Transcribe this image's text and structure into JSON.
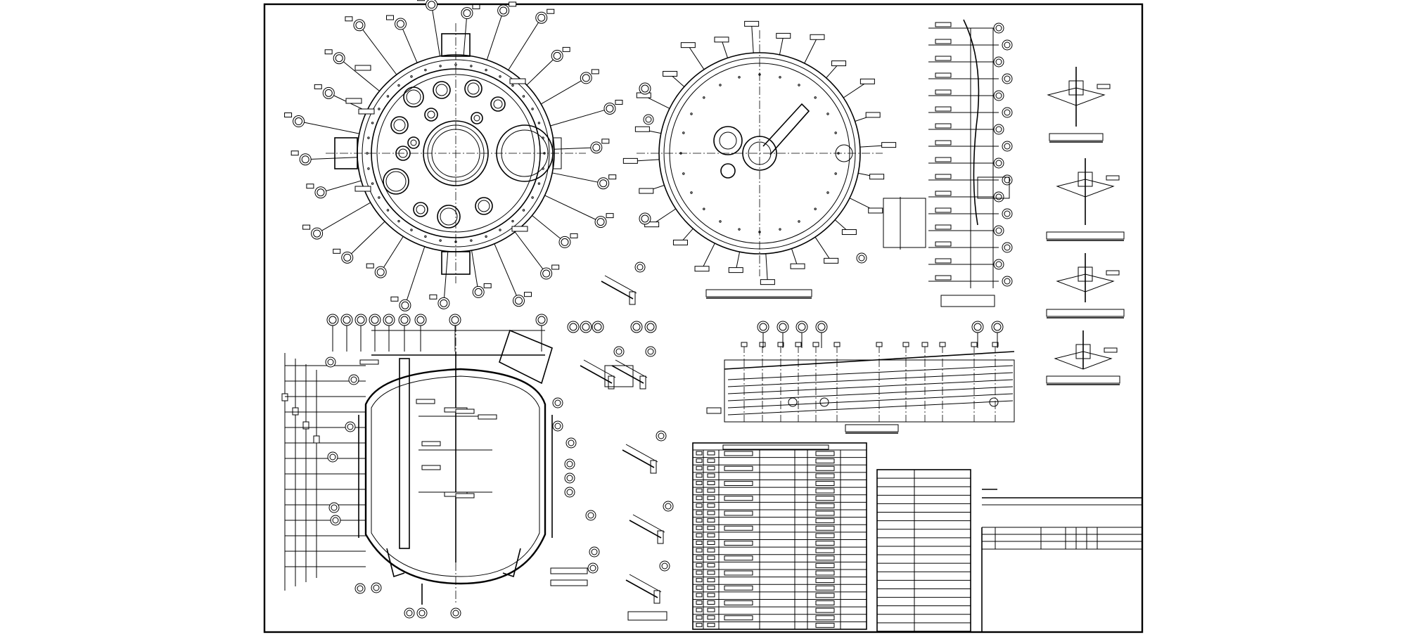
{
  "drawing": {
    "description_visible_text": "",
    "colors": {
      "ink": "#000000",
      "paper": "#ffffff"
    },
    "views": [
      "top-view-nozzle-plan",
      "top-view-internals",
      "nozzle-detail-column",
      "agitator-details",
      "vessel-elevation-section",
      "jacket-development",
      "nozzle-schedule-table",
      "technical-requirements-table",
      "title-block"
    ]
  }
}
